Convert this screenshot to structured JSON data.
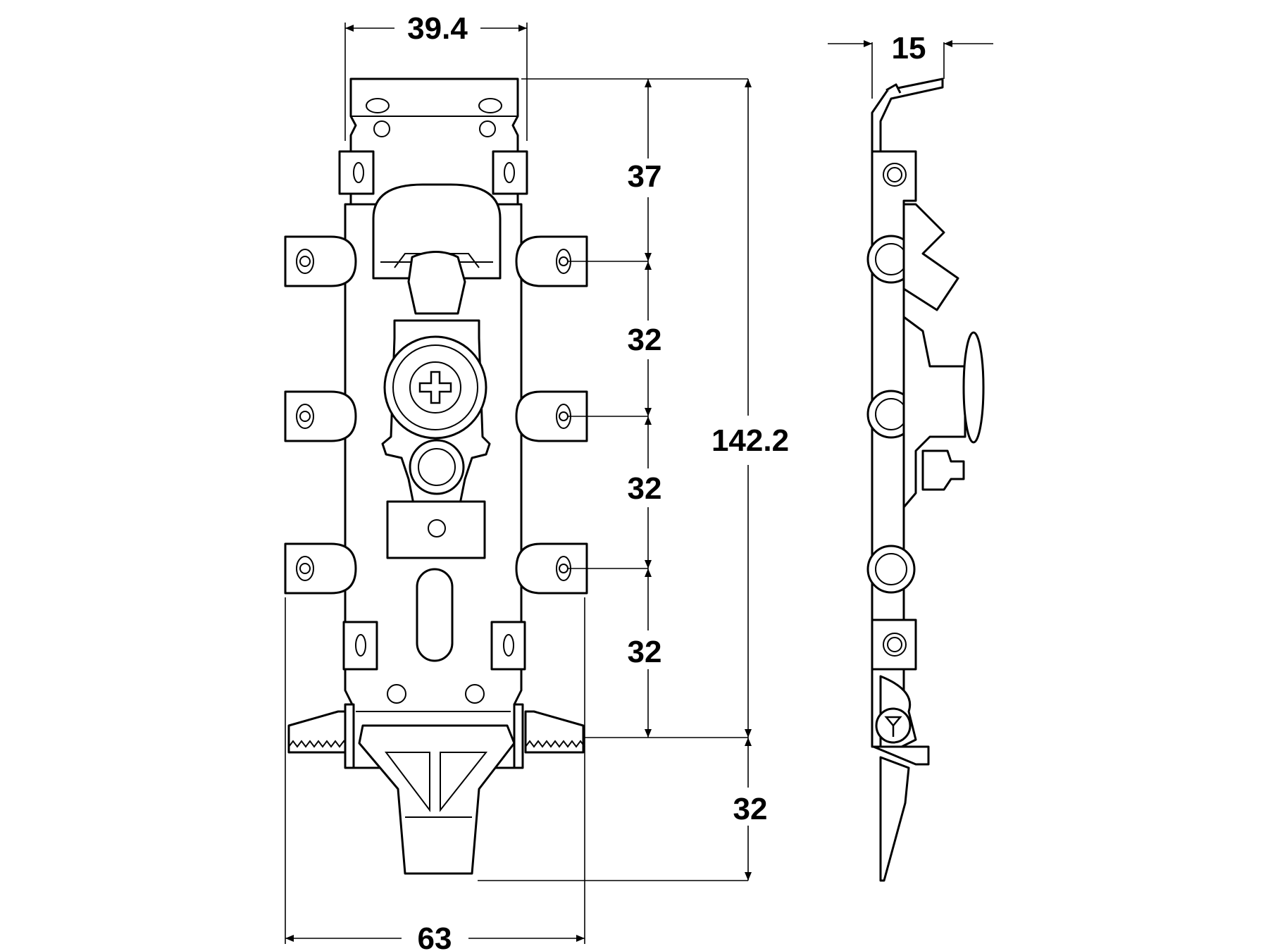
{
  "dimensions": {
    "top_width": "39.4",
    "spacing_1": "37",
    "spacing_2": "32",
    "spacing_3": "32",
    "spacing_4": "32",
    "overall_height": "142.2",
    "lower_height": "32",
    "bottom_width": "63",
    "side_depth": "15"
  },
  "colors": {
    "line": "#000000",
    "background": "#ffffff"
  }
}
